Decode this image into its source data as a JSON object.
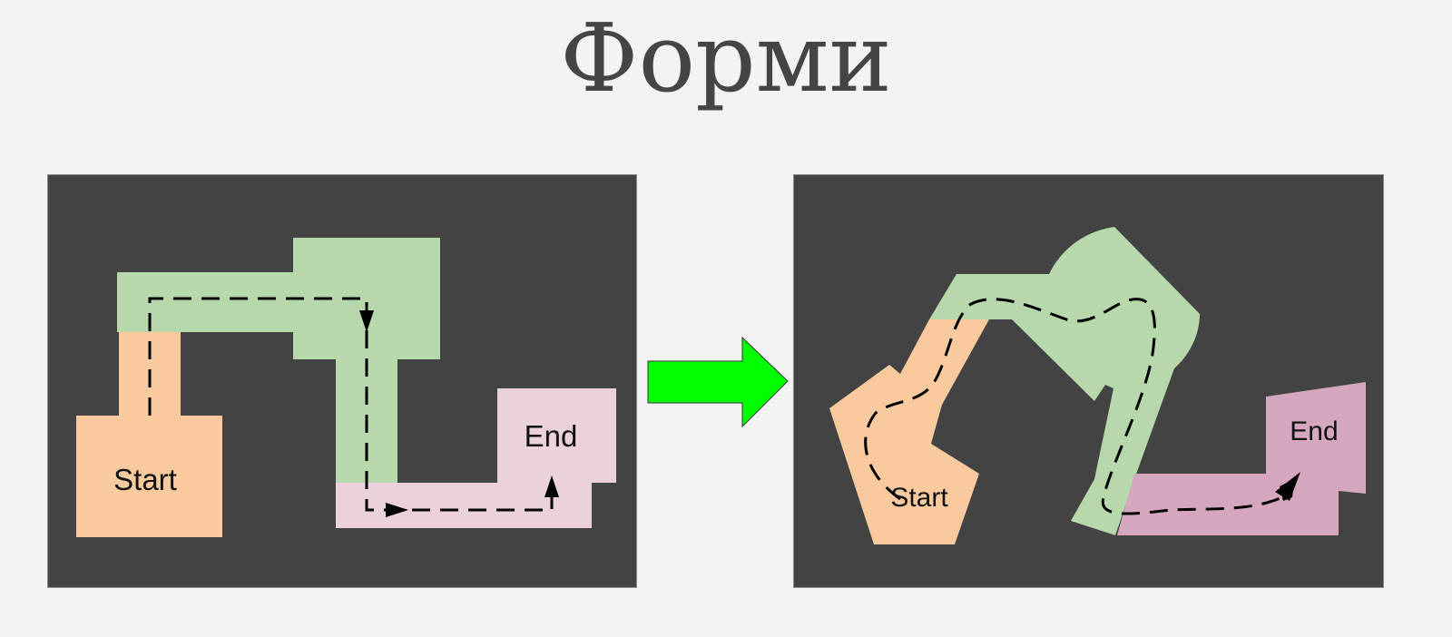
{
  "title": "Форми",
  "left_diagram": {
    "start_label": "Start",
    "end_label": "End"
  },
  "right_diagram": {
    "start_label": "Start",
    "end_label": "End"
  },
  "colors": {
    "background": "#f3f3f3",
    "panel": "#434343",
    "start_room": "#f8ca9d",
    "corridor": "#b6d8ab",
    "end_room_left": "#ebd1dd",
    "end_room_right": "#d5a7bf",
    "arrow": "#00ff00"
  },
  "icons": {
    "transform_arrow": "right-arrow-icon"
  }
}
